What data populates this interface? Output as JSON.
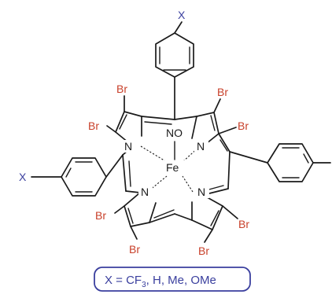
{
  "colors": {
    "bond": "#1a1a1a",
    "bromine": "#c8402a",
    "substituent": "#3a3f9e",
    "label_border": "#3a3f9e"
  },
  "atoms": {
    "metal": "Fe",
    "ligand": "NO",
    "nitrogen": "N",
    "bromine": "Br",
    "substituent": "X"
  },
  "caption": {
    "prefix": "X = CF",
    "subscript": "3",
    "suffix": ", H, Me, OMe"
  }
}
